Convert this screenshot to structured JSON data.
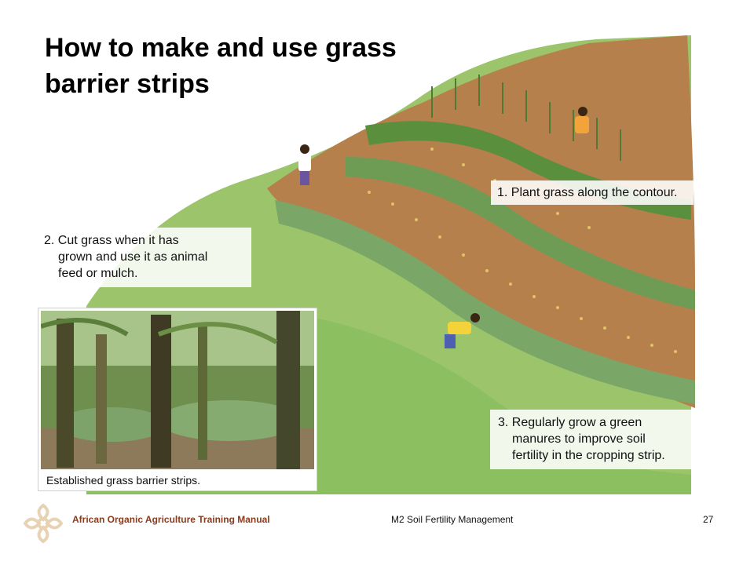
{
  "slide": {
    "title_line1": "How to make and use grass",
    "title_line2": "barrier strips"
  },
  "callouts": {
    "step1": "1. Plant grass along the contour.",
    "step2_line1": "2. Cut grass when it has",
    "step2_line2": "grown and use it as animal",
    "step2_line3": "feed or mulch.",
    "step3_line1": "3. Regularly grow a green",
    "step3_line2": "manures to improve soil",
    "step3_line3": "fertility in the cropping strip."
  },
  "photo": {
    "caption": "Established grass barrier strips."
  },
  "footer": {
    "manual": "African Organic Agriculture Training Manual",
    "module": "M2 Soil Fertility Management",
    "page_number": "27",
    "brand_color": "#8b3a1a",
    "logo_color": "#e8d2b4"
  },
  "icons": {
    "logo": "knot-flower-logo"
  }
}
